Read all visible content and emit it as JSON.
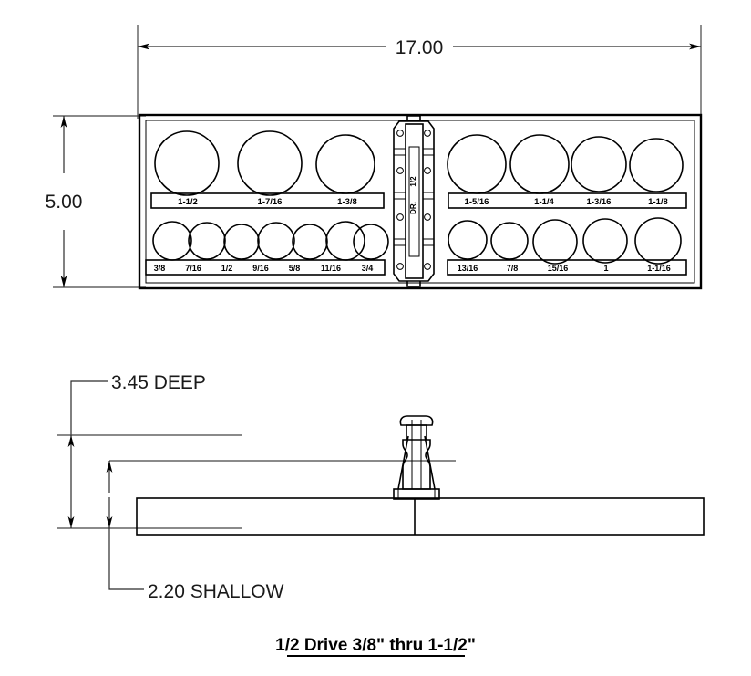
{
  "drawing": {
    "title": "1/2 Drive 3/8\" thru 1-1/2\"",
    "dimensions": {
      "overall_length": "17.00",
      "overall_width": "5.00",
      "deep_height": "3.45 DEEP",
      "shallow_height": "2.20 SHALLOW"
    },
    "clip": {
      "label_top": "1/2",
      "label_bottom": "DR."
    },
    "left_tray": {
      "top_row": [
        {
          "size": "1-1/2"
        },
        {
          "size": "1-7/16"
        },
        {
          "size": "1-3/8"
        }
      ],
      "bottom_row": [
        {
          "size": "3/8"
        },
        {
          "size": "7/16"
        },
        {
          "size": "1/2"
        },
        {
          "size": "9/16"
        },
        {
          "size": "5/8"
        },
        {
          "size": "11/16"
        },
        {
          "size": "3/4"
        }
      ]
    },
    "right_tray": {
      "top_row": [
        {
          "size": "1-5/16"
        },
        {
          "size": "1-1/4"
        },
        {
          "size": "1-3/16"
        },
        {
          "size": "1-1/8"
        }
      ],
      "bottom_row": [
        {
          "size": "13/16"
        },
        {
          "size": "7/8"
        },
        {
          "size": "15/16"
        },
        {
          "size": "1"
        },
        {
          "size": "1-1/16"
        }
      ]
    },
    "colors": {
      "line": "#000000",
      "dimension": "#2b2b2b",
      "background": "#ffffff"
    }
  }
}
